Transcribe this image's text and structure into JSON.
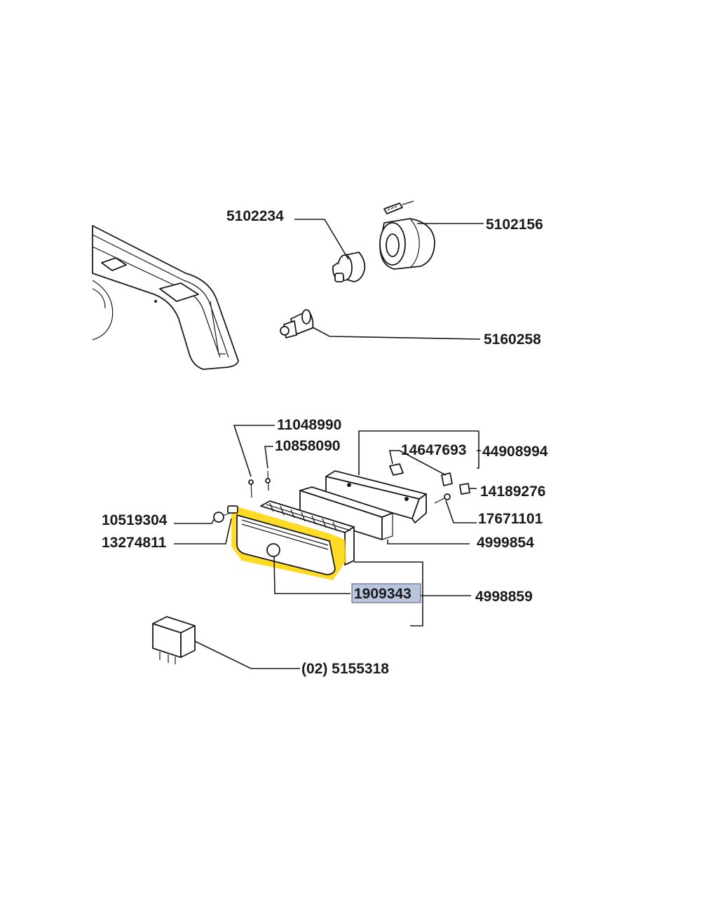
{
  "colors": {
    "highlight": "#FFD500",
    "selected_label_bg": "#B9C5DC",
    "ink": "#1A1A1A"
  },
  "labels": {
    "p5102234": "5102234",
    "p5102156": "5102156",
    "p5160258": "5160258",
    "p11048990": "11048990",
    "p10858090": "10858090",
    "p14647693": "14647693",
    "p44908994": "44908994",
    "p14189276": "14189276",
    "p17671101": "17671101",
    "p10519304": "10519304",
    "p13274811": "13274811",
    "p4999854": "4999854",
    "p1909343": "1909343",
    "p4998859": "4998859",
    "p5155318": "(02) 5155318"
  },
  "highlighted_part": "1909343"
}
